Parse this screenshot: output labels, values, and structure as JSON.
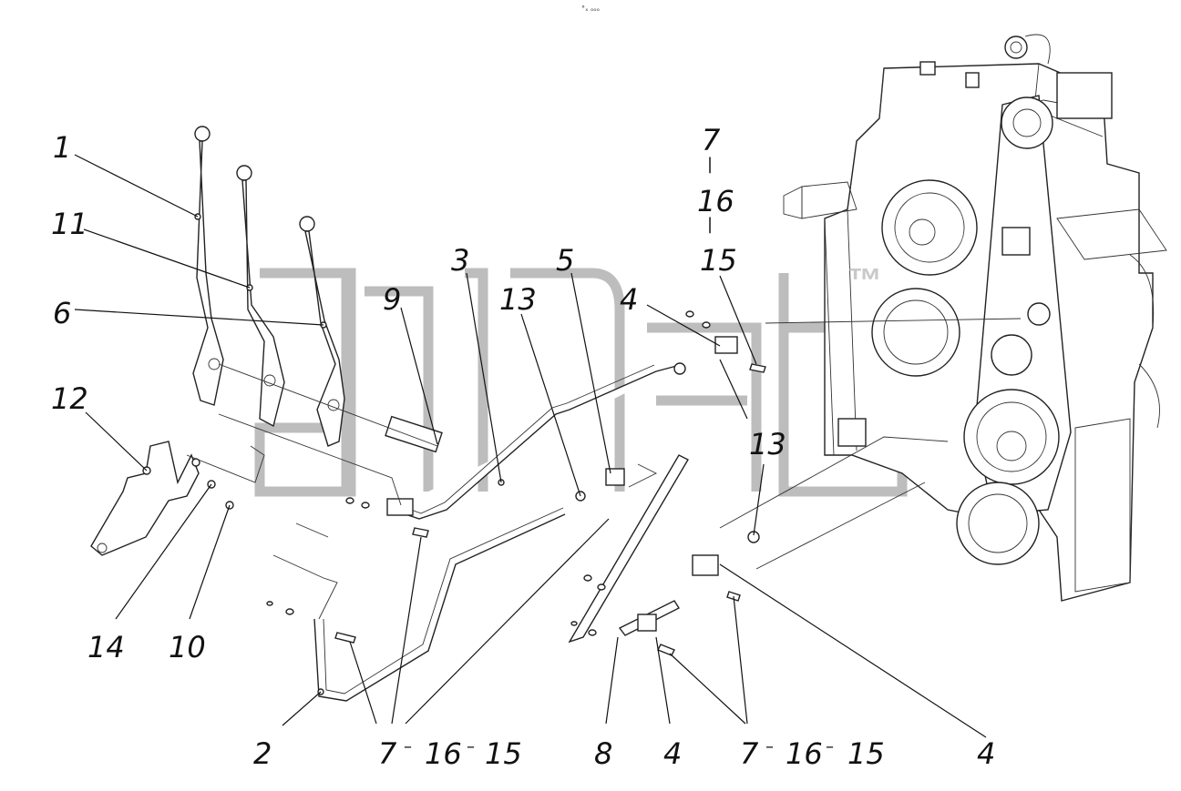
{
  "header_text": "°ₓ ₒₒₒ",
  "trademark": "™",
  "callouts": {
    "l1": "1",
    "l11": "11",
    "l6": "6",
    "l12": "12",
    "l14": "14",
    "l10": "10",
    "l9": "9",
    "l3": "3",
    "l13a": "13",
    "l5": "5",
    "l4a": "4",
    "l15a": "15",
    "l16a": "16",
    "l7a": "7",
    "l13b": "13",
    "l2": "2",
    "l7b": "7",
    "l16b": "16",
    "l15b": "15",
    "l8": "8",
    "l4b": "4",
    "l7c": "7",
    "l16c": "16",
    "l15c": "15",
    "l4c": "4"
  },
  "separators": {
    "dash": "–",
    "bar": "|"
  }
}
